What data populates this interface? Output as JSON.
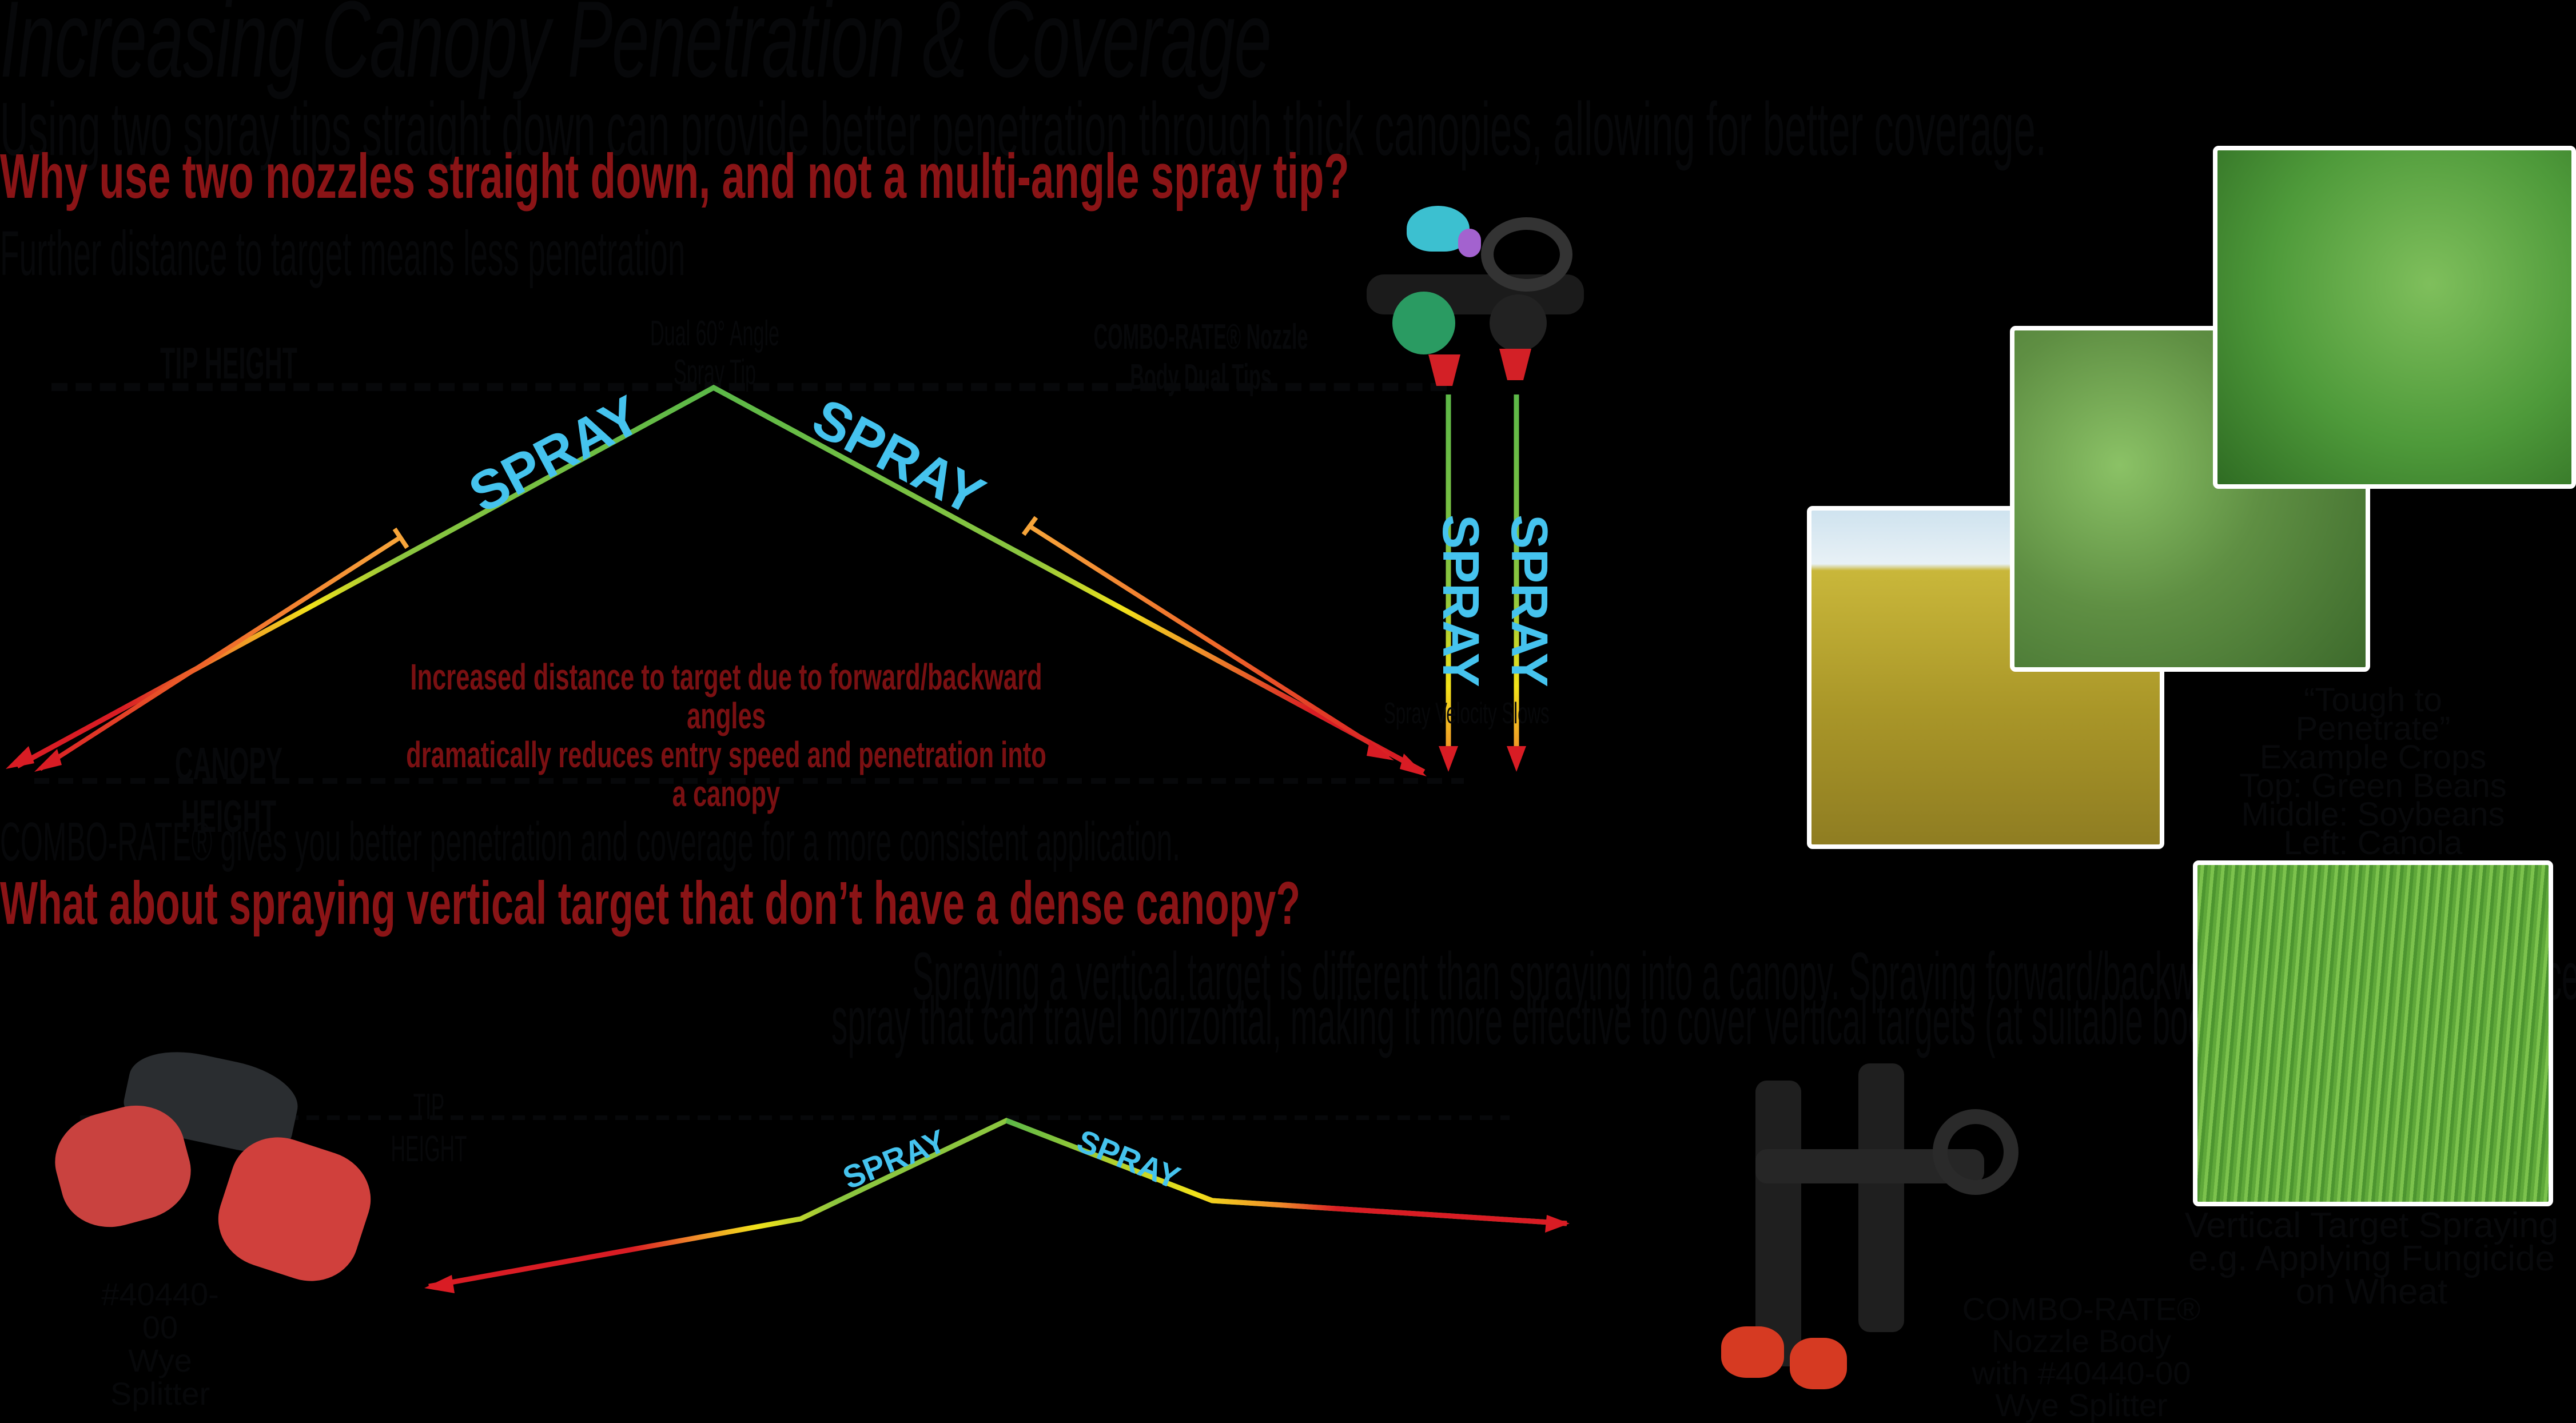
{
  "header": {
    "title": "Increasing Canopy Penetration & Coverage",
    "subtitle": "Using two spray tips straight down can provide better penetration through thick canopies, allowing for better coverage."
  },
  "section1": {
    "heading": "Why use two nozzles straight down, and not a multi-angle spray tip?",
    "note": "Further distance to target means less penetration",
    "labels": {
      "tip_height": "TIP HEIGHT",
      "dual_angle_line1": "Dual 60° Angle",
      "dual_angle_line2": "Spray Tip",
      "combo_line1": "COMBO-RATE® Nozzle",
      "combo_line2": "Body Dual Tips",
      "canopy_height": "CANOPY HEIGHT",
      "velocity": "Spray Velocity Slows"
    },
    "spray_words": [
      "SPRAY",
      "SPRAY",
      "SPRAY",
      "SPRAY"
    ],
    "callout_line1": "Increased distance to target due to forward/backward angles",
    "callout_line2": "dramatically reduces entry speed and penetration into a canopy",
    "conclusion": "COMBO-RATE® gives you better penetration and coverage for a more consistent application."
  },
  "crops": {
    "caption": [
      "“Tough to Penetrate”",
      "Example Crops",
      "Top: Green Beans",
      "Middle: Soybeans",
      "Left: Canola"
    ],
    "images": [
      {
        "name": "green-beans-photo",
        "color": "#4e9a3a"
      },
      {
        "name": "soybeans-photo",
        "color": "#5f8f43"
      },
      {
        "name": "canola-photo",
        "color": "#b9a430"
      }
    ]
  },
  "section2": {
    "heading": "What about spraying vertical target that don’t have a dense canopy?",
    "paragraph_line1": "Spraying a vertical target is different than spraying into a canopy. Spraying forward/backward with a nozzles produces",
    "paragraph_line2": "spray that can travel horizontal, making it more effective to cover vertical targets (at suitable boom heights).",
    "tip_height": "TIP HEIGHT",
    "spray_words": [
      "SPRAY",
      "SPRAY"
    ],
    "left_product_line1": "#40440-00",
    "left_product_line2": "Wye Splitter",
    "right_product_line1": "COMBO-RATE® Nozzle Body",
    "right_product_line2": "with #40440-00",
    "right_product_line3": "Wye Splitter",
    "wheat_caption_line1": "Vertical Target Spraying",
    "wheat_caption_line2": "e.g. Applying Fungicide on Wheat"
  },
  "colors": {
    "heading_red": "#8a1416",
    "spray_blue": "#45c3ee",
    "line_green": "#5bb848",
    "arrow_red": "#d91c24",
    "background": "#000000"
  }
}
